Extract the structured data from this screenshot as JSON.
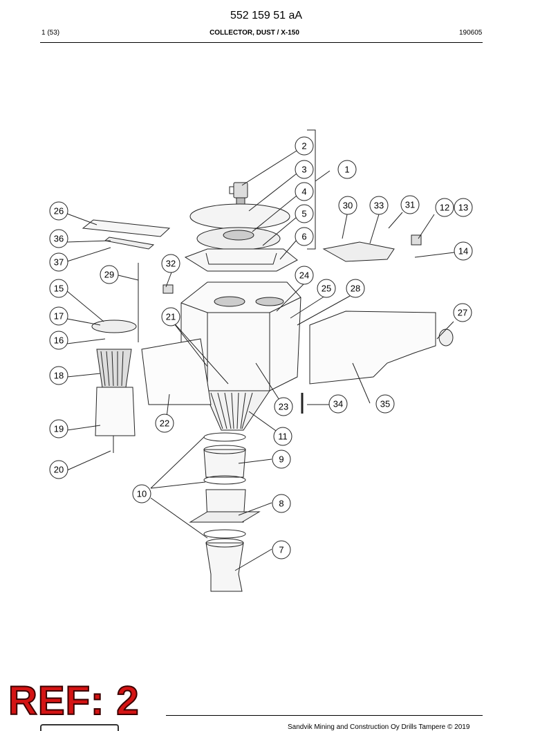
{
  "header": {
    "doc_number": "552 159 51 aA",
    "page": "1 (53)",
    "title": "COLLECTOR, DUST / X-150",
    "date": "190605"
  },
  "callouts": [
    "1",
    "2",
    "3",
    "4",
    "5",
    "6",
    "7",
    "8",
    "9",
    "10",
    "11",
    "12",
    "13",
    "14",
    "15",
    "16",
    "17",
    "18",
    "19",
    "20",
    "21",
    "22",
    "23",
    "24",
    "25",
    "26",
    "27",
    "28",
    "29",
    "30",
    "31",
    "32",
    "33",
    "34",
    "35",
    "36",
    "37"
  ],
  "stamp": {
    "text": "REF: 2",
    "color": "#d41414"
  },
  "footer": {
    "copyright": "Sandvik Mining and Construction Oy Drills Tampere © 2019"
  }
}
